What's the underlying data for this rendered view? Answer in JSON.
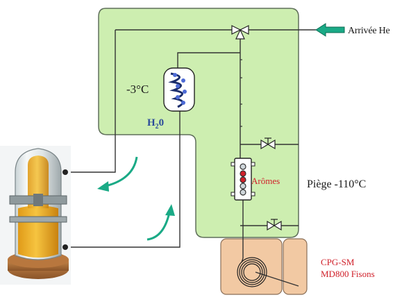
{
  "labels": {
    "cold_temperature": "-3°C",
    "water": "H",
    "water_subscript": "2",
    "water_tail": "0",
    "gas_arrival": "Arrivée He",
    "aromas": "Arômes",
    "trap_temperature": "Piège -110°C",
    "gcms_line1": "CPG-SM",
    "gcms_line2": "MD800 Fisons"
  },
  "colors": {
    "enclosure_fill": "#cdeeb0",
    "enclosure_stroke": "#5f6f5a",
    "gcms_oven_fill": "#f2c9a3",
    "flow_arrow": "#1aaa86",
    "aroma_label": "#d0202a",
    "water_label": "#2a4a9a"
  },
  "icons": {
    "gas_inlet": "arrow-left-icon",
    "valves": "valve-icon",
    "condenser": "coil-condenser-icon",
    "cryo_trap": "trap-icon",
    "gc_column": "column-coil-icon",
    "sample_vessel": "fermenter-photo-icon"
  }
}
